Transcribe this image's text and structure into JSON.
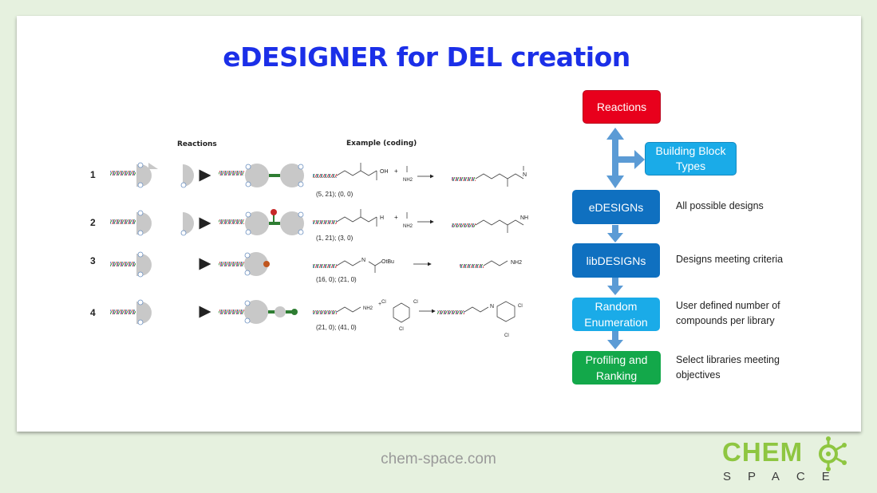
{
  "title": "eDESIGNER  for DEL creation",
  "figure": {
    "header_reactions": "Reactions",
    "header_example": "Example (coding)",
    "rows": [
      {
        "num": "1",
        "coding": "(5, 21); (0, 0)"
      },
      {
        "num": "2",
        "coding": "(1, 21); (3, 0)"
      },
      {
        "num": "3",
        "coding": "(16, 0); (21, 0)"
      },
      {
        "num": "4",
        "coding": "(21, 0); (41, 0)"
      }
    ],
    "chem_labels": {
      "oh": "OH",
      "plus": "+",
      "nh2": "NH2",
      "h": "H",
      "nh": "NH",
      "n": "N",
      "otbu": "OtBu",
      "cl": "Cl"
    }
  },
  "flow": {
    "reactions": "Reactions",
    "building_block": "Building Block Types",
    "edesigns": "eDESIGNs",
    "libdesigns": "libDESIGNs",
    "random": "Random Enumeration",
    "profiling": "Profiling and Ranking",
    "desc_edesigns": "All possible designs",
    "desc_libdesigns": "Designs meeting criteria",
    "desc_random": "User defined number of compounds per library",
    "desc_profiling": "Select libraries meeting objectives",
    "colors": {
      "red": "#e8001c",
      "light_blue": "#1aabe8",
      "dark_blue": "#0f70c0",
      "green": "#13a84a",
      "arrow": "#5b9bd5"
    }
  },
  "footer": "chem-space.com",
  "logo": {
    "chem": "CHEM",
    "space": "SPACE",
    "icon": "molecule-icon",
    "color": "#8ec641"
  }
}
